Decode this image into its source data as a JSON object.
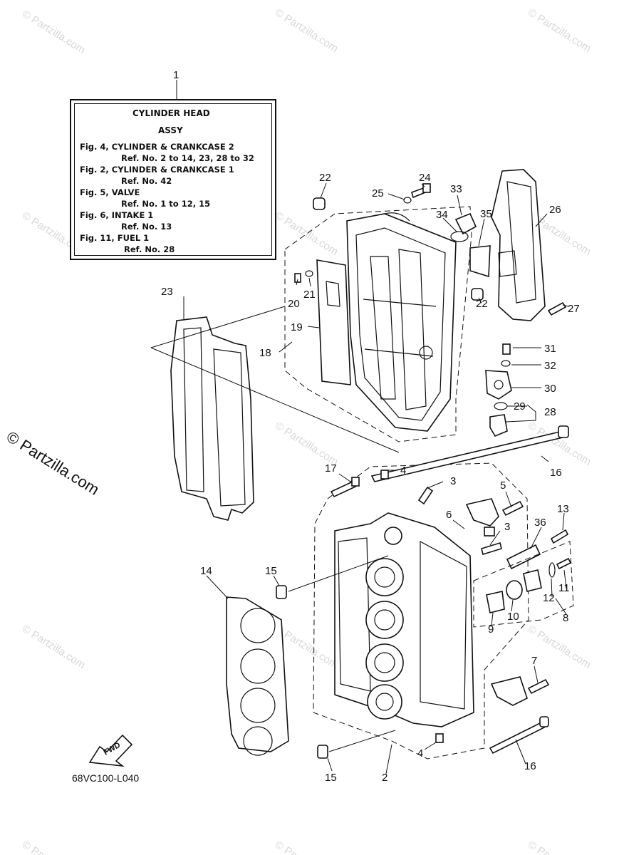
{
  "legend": {
    "title_line1": "CYLINDER HEAD",
    "title_line2": "ASSY",
    "lines": [
      "Fig. 4, CYLINDER & CRANKCASE 2",
      "Ref. No. 2 to 14, 23, 28 to 32",
      "Fig. 2, CYLINDER & CRANKCASE 1",
      "Ref. No. 42",
      "Fig. 5, VALVE",
      "Ref. No. 1 to 12, 15",
      "Fig. 6, INTAKE 1",
      "Ref. No. 13",
      "Fig. 11, FUEL 1",
      "Ref. No. 28"
    ]
  },
  "callouts": {
    "c1": "1",
    "c2": "2",
    "c3a": "3",
    "c3b": "3",
    "c4a": "4",
    "c4b": "4",
    "c5": "5",
    "c6": "6",
    "c7": "7",
    "c8": "8",
    "c9": "9",
    "c10": "10",
    "c11": "11",
    "c12": "12",
    "c13": "13",
    "c14": "14",
    "c15a": "15",
    "c15b": "15",
    "c16a": "16",
    "c16b": "16",
    "c17": "17",
    "c18": "18",
    "c19": "19",
    "c20": "20",
    "c21": "21",
    "c22a": "22",
    "c22b": "22",
    "c23": "23",
    "c24": "24",
    "c25": "25",
    "c26": "26",
    "c27": "27",
    "c28": "28",
    "c29": "29",
    "c30": "30",
    "c31": "31",
    "c32": "32",
    "c33": "33",
    "c34": "34",
    "c35": "35",
    "c36": "36"
  },
  "fwd_label": "FWD",
  "diagram_code": "68VC100-L040",
  "brand_watermark": "© Partzilla.com",
  "watermark_text": "© Partzilla.com"
}
